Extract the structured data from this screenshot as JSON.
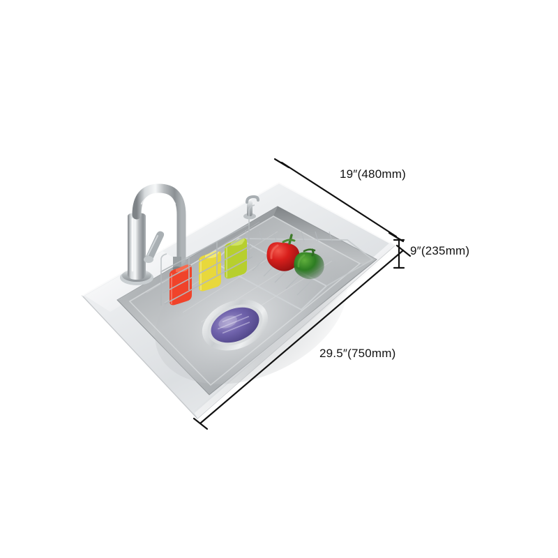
{
  "image": {
    "subject": "stainless-steel-kitchen-sink",
    "background_color": "#ffffff",
    "view": "three-quarter perspective product photo"
  },
  "dimensions": {
    "width": {
      "label": "19″(480mm)",
      "inches": 19,
      "millimeters": 480,
      "edge": "back-right top edge"
    },
    "depth": {
      "label": "9″(235mm)",
      "inches": 9,
      "millimeters": 235,
      "edge": "basin depth, right side"
    },
    "length": {
      "label": "29.5″(750mm)",
      "inches": 29.5,
      "millimeters": 750,
      "edge": "front-right long edge"
    }
  },
  "annotation_style": {
    "line_color": "#111111",
    "line_width": 2,
    "terminator": "perpendicular tick",
    "text_color": "#111111"
  },
  "product": {
    "name": "single-bowl-drop-in-kitchen-sink",
    "material": "brushed stainless steel",
    "deck_color": "#e9eaec",
    "basin_color": "#b9bcbe",
    "parts": [
      {
        "name": "sink-deck",
        "label": "Sink deck / rim"
      },
      {
        "name": "sink-basin",
        "label": "Single bowl basin"
      },
      {
        "name": "faucet",
        "label": "Gooseneck pull-down faucet"
      },
      {
        "name": "faucet-handle",
        "label": "Side lever handle"
      },
      {
        "name": "soap-dispenser",
        "label": "Deck soap dispenser"
      },
      {
        "name": "utensil-caddy",
        "label": "Wire utensil caddy"
      },
      {
        "name": "drain-basket",
        "label": "Wire drain / colander basket"
      },
      {
        "name": "drain-strainer",
        "label": "Drain strainer"
      }
    ]
  },
  "accessories": {
    "brushes": [
      {
        "name": "red-brush",
        "color": "#f0432a"
      },
      {
        "name": "yellow-brush",
        "color": "#e8d83c"
      },
      {
        "name": "green-brush",
        "color": "#b7cf2e"
      }
    ],
    "vegetables": [
      {
        "name": "red-bell-pepper",
        "color": "#d4201c"
      },
      {
        "name": "green-bell-pepper",
        "color": "#2a7a20"
      }
    ],
    "drain_strainer_color": "#6b5ea8"
  }
}
